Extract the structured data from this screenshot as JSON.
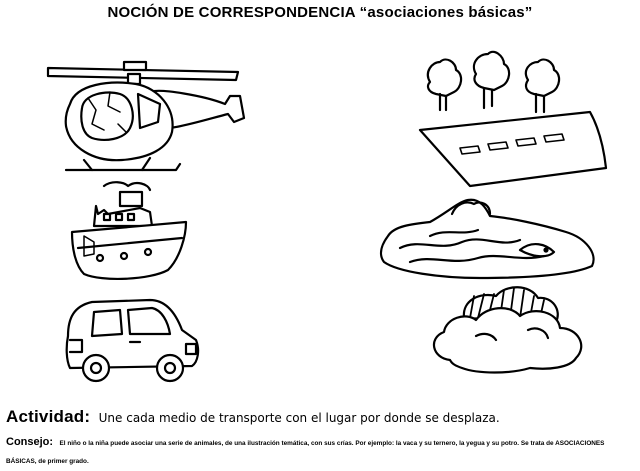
{
  "header": {
    "title_main": "NOCIÓN DE CORRESPONDENCIA",
    "title_quote": "“asociaciones básicas”"
  },
  "illustrations": {
    "left_column": [
      "helicopter-icon",
      "ship-icon",
      "car-icon"
    ],
    "right_column": [
      "road-with-trees-icon",
      "sea-waves-icon",
      "clouds-icon"
    ]
  },
  "activity": {
    "label": "Actividad:",
    "text": "Une cada medio de transporte con el lugar por donde se desplaza."
  },
  "advice": {
    "label": "Consejo:",
    "text": "El niño o la niña puede asociar una serie de animales, de una ilustración temática, con sus crías. Por ejemplo: la vaca y su ternero, la yegua y su potro. Se trata de ASOCIACIONES BÁSICAS, de primer grado."
  }
}
